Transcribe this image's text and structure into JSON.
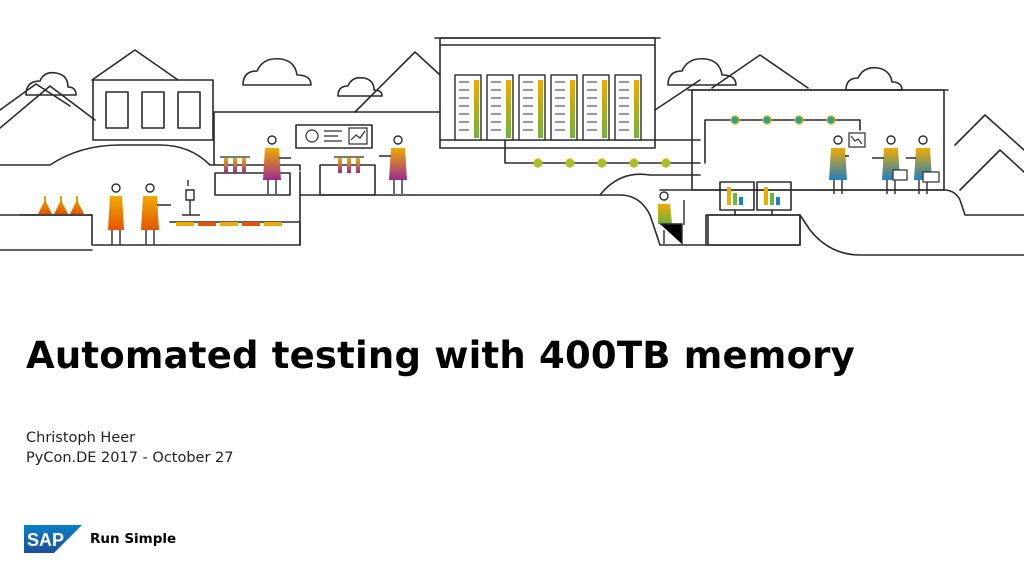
{
  "slide": {
    "title": "Automated testing with 400TB memory",
    "author": "Christoph Heer",
    "event": "PyCon.DE 2017 - October 27"
  },
  "brand": {
    "logo_text": "SAP",
    "tagline": "Run Simple",
    "logo_color_top": "#0b7fc4",
    "logo_color_bottom": "#1d4e9e"
  },
  "colors": {
    "line": "#2b2b2b",
    "orange": "#f0ab00",
    "orange_deep": "#e35500",
    "purple": "#9b2a8f",
    "green": "#6cb33f",
    "teal": "#1ba6a6",
    "blue": "#1f7fc4"
  }
}
